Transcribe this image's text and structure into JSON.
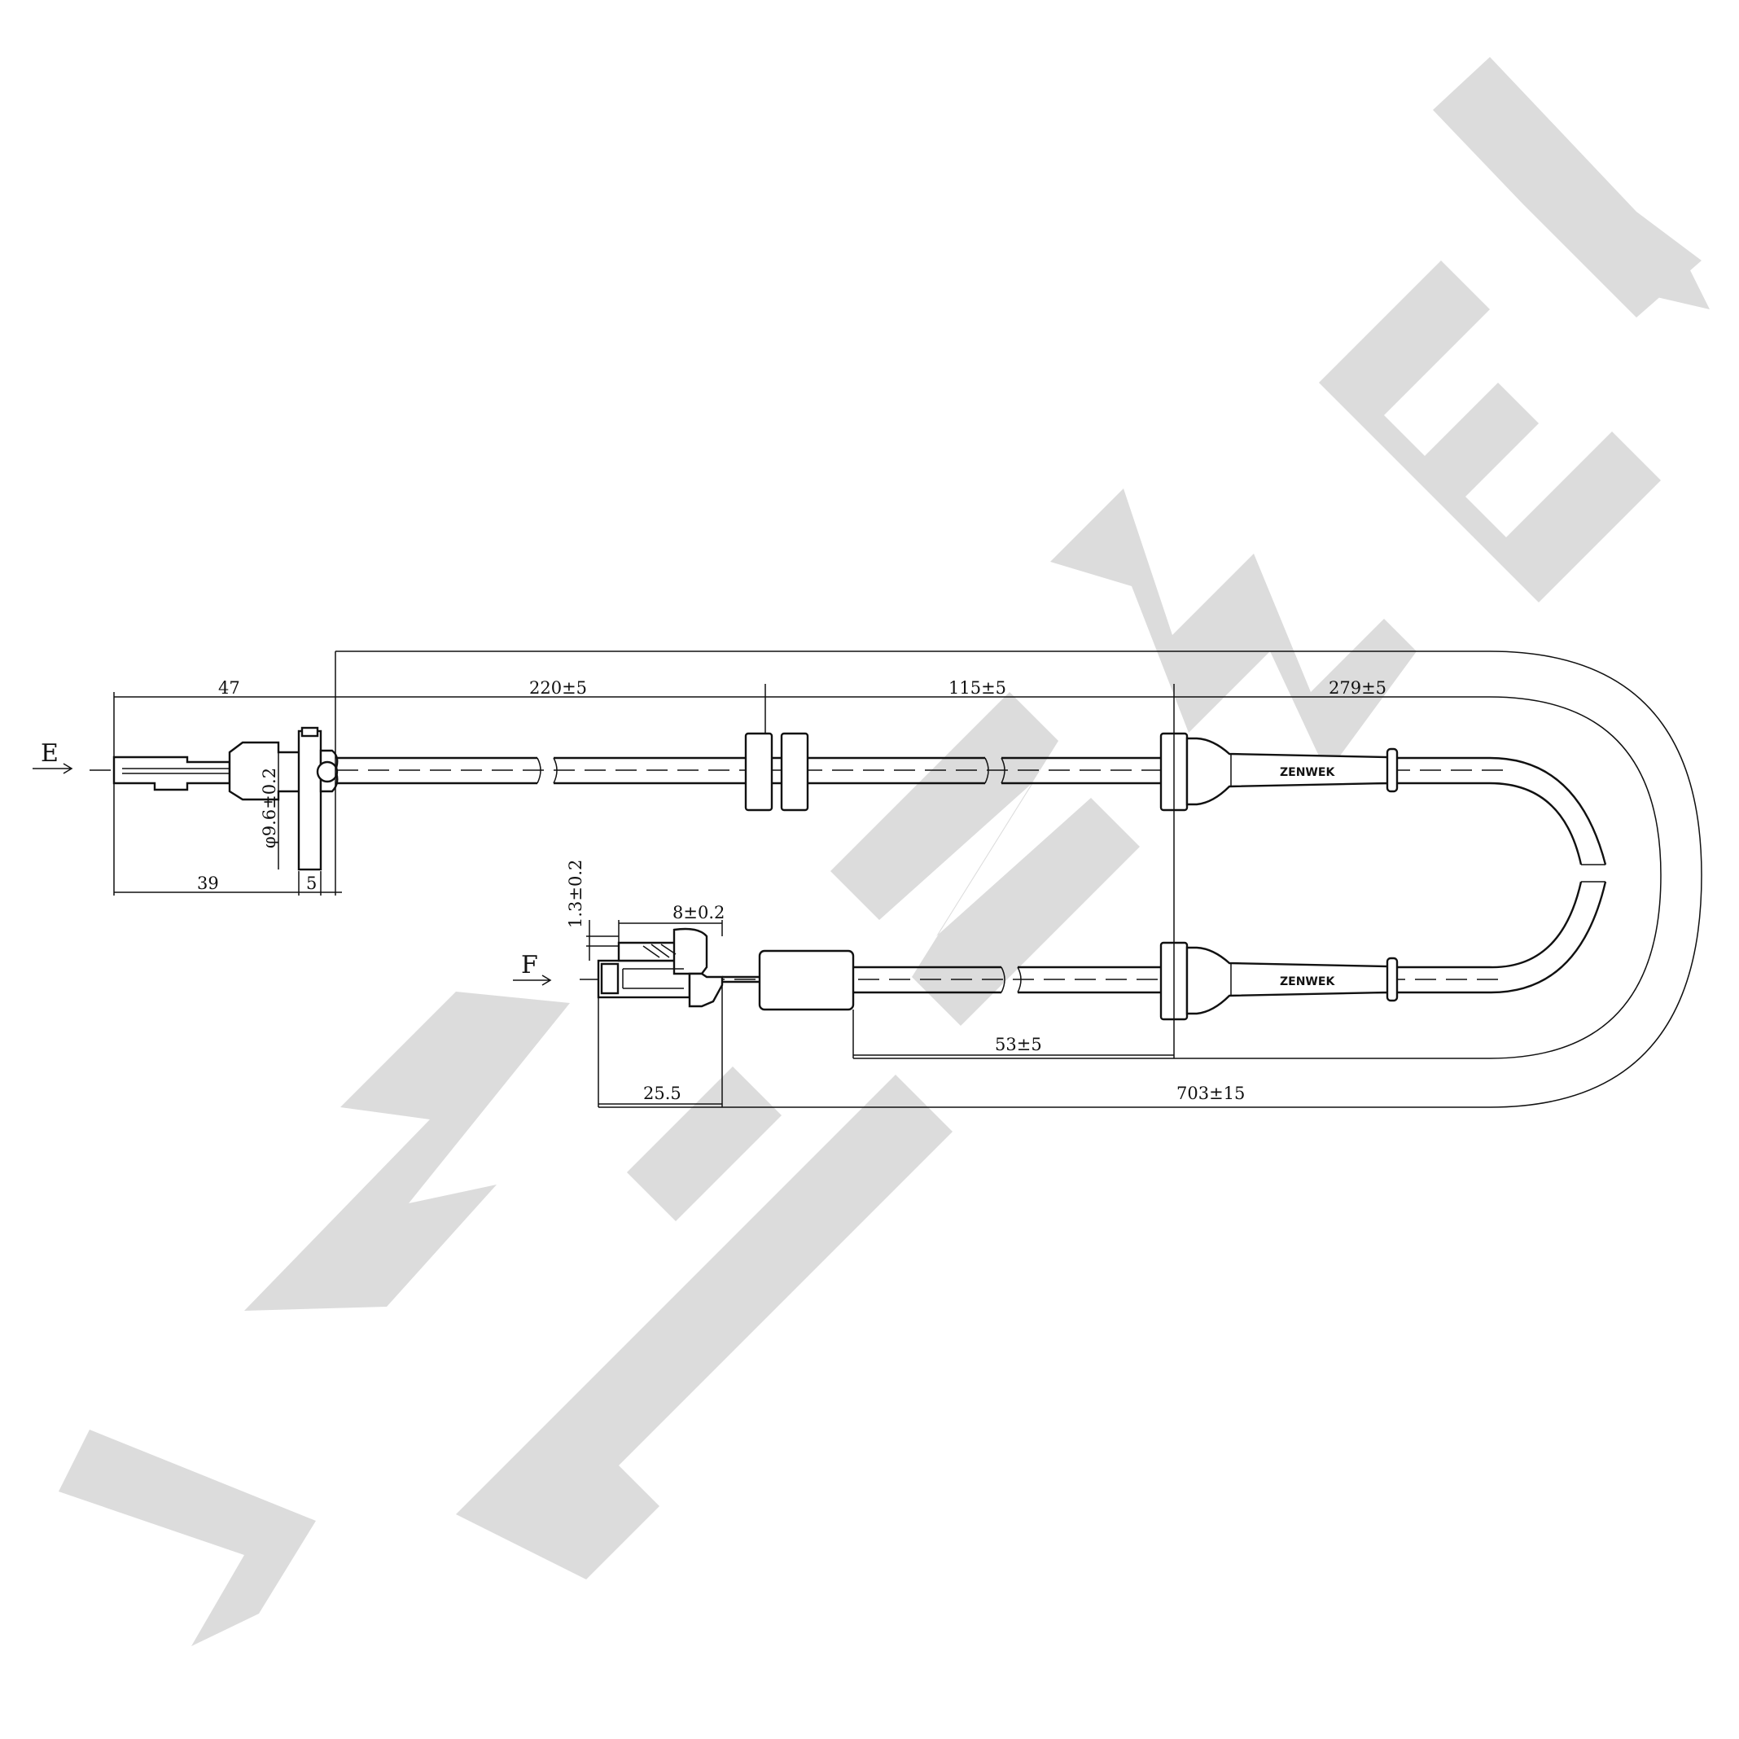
{
  "views": {
    "end_e": "E",
    "end_f": "F"
  },
  "dimensions": {
    "sensor_length": "47",
    "sensor_shaft_length": "39",
    "flange_thickness": "5",
    "sensor_diameter": "φ9.6±0.2",
    "segment_1": "220±5",
    "segment_2": "115±5",
    "segment_3": "279±5",
    "connector_width": "8±0.2",
    "connector_gap": "1.3±0.2",
    "connector_length": "25.5",
    "sleeve_distance": "53±5",
    "return_length": "703±15"
  },
  "grommet_marking": "ZENWEK",
  "watermark": {
    "text": "ZENWEK",
    "color": "#dcdcdc"
  },
  "colors": {
    "line": "#111111",
    "background": "#ffffff"
  }
}
